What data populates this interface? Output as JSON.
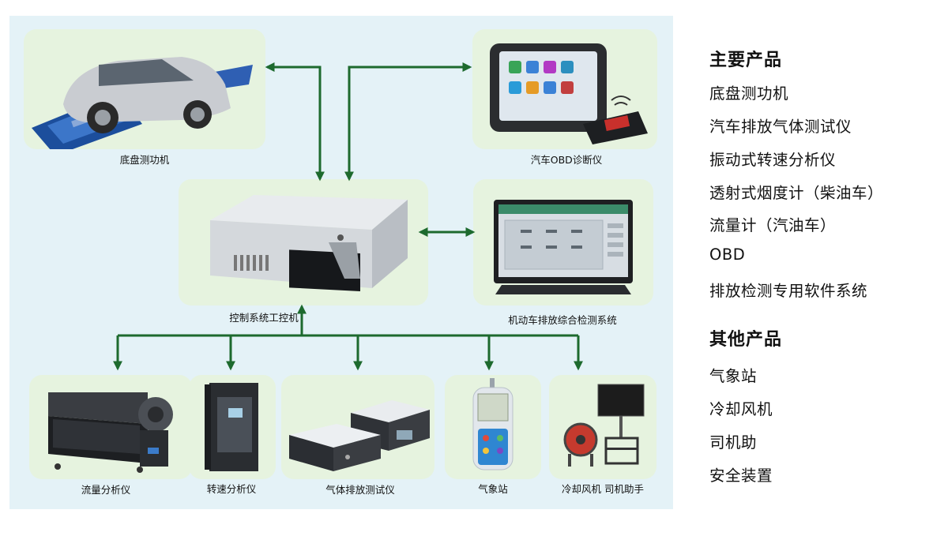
{
  "diagram": {
    "nodes": {
      "chassis_dyno": "底盘测功机",
      "obd_scanner": "汽车OBD诊断仪",
      "control_pc": "控制系统工控机",
      "detection_software": "机动车排放综合检测系统",
      "flow_analyzer": "流量分析仪",
      "rpm_analyzer": "转速分析仪",
      "gas_analyzer": "气体排放测试仪",
      "weather_station": "气象站",
      "cooling_fan_driver_aid": "冷却风机  司机助手"
    },
    "colors": {
      "connector": "#1d6a2e",
      "card": "#e6f3df",
      "panel": "#e4f2f7"
    }
  },
  "side": {
    "main_title": "主要产品",
    "main_items": [
      "底盘测功机",
      "汽车排放气体测试仪",
      "振动式转速分析仪",
      "透射式烟度计（柴油车）",
      "流量计（汽油车）",
      "OBD",
      "排放检测专用软件系统"
    ],
    "other_title": "其他产品",
    "other_items": [
      "气象站",
      "冷却风机",
      "司机助",
      "安全装置"
    ]
  }
}
